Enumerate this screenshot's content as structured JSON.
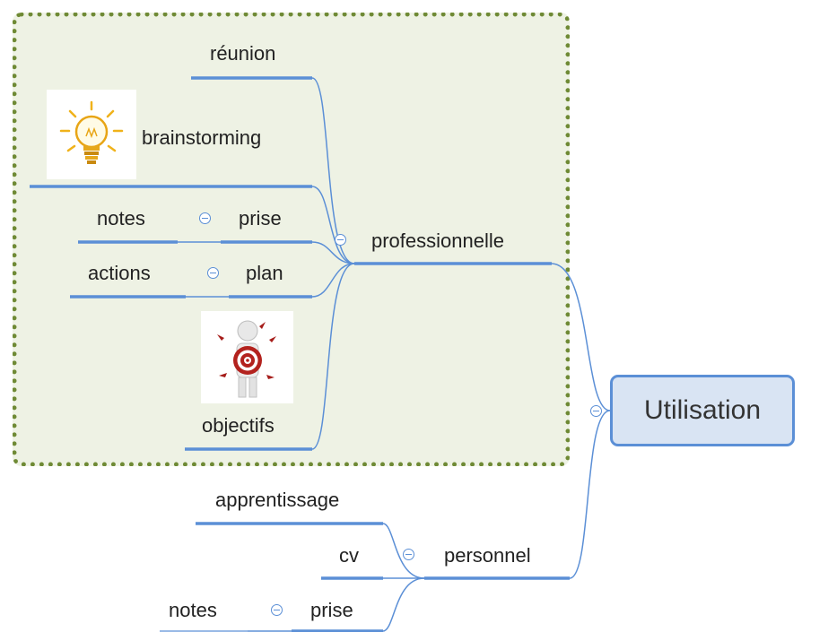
{
  "colors": {
    "accent": "#5b8fd6",
    "group_fill": "#eef2e4",
    "group_border": "#6f8a35",
    "central_fill": "#d9e4f3"
  },
  "central": {
    "label": "Utilisation"
  },
  "professionnelle": {
    "label": "professionnelle",
    "children": {
      "reunion": "réunion",
      "brainstorming": {
        "label": "brainstorming",
        "icon": "lightbulb-icon"
      },
      "prise": {
        "label": "prise",
        "child": "notes"
      },
      "plan": {
        "label": "plan",
        "child": "actions"
      },
      "objectifs": {
        "label": "objectifs",
        "icon": "target-person-icon"
      }
    }
  },
  "personnel": {
    "label": "personnel",
    "children": {
      "apprentissage": "apprentissage",
      "cv": "cv",
      "prise": {
        "label": "prise",
        "child": "notes"
      }
    }
  }
}
